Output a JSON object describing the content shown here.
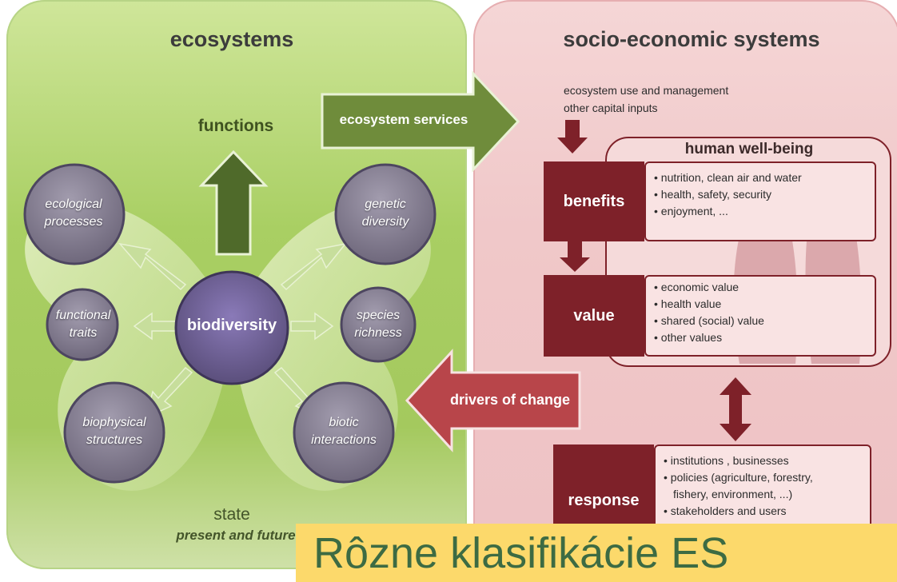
{
  "ecosystems": {
    "title": "ecosystems",
    "functions_label": "functions",
    "center_label": "biodiversity",
    "state_label": "state",
    "state_sub": "present and future",
    "nodes": {
      "ecological_processes": "ecological processes",
      "functional_traits": "functional traits",
      "biophysical_structures": "biophysical structures",
      "genetic_diversity": "genetic diversity",
      "species_richness": "species richness",
      "biotic_interactions": "biotic interactions"
    }
  },
  "arrows": {
    "ecosystem_services": "ecosystem services",
    "drivers_of_change": "drivers of change"
  },
  "socio": {
    "title": "socio-economic systems",
    "inputs_line1": "ecosystem use and management",
    "inputs_line2": "other capital inputs",
    "wellbeing_title": "human well-being",
    "benefits_label": "benefits",
    "benefits_items": [
      "nutrition, clean air and water",
      "health, safety, security",
      "enjoyment, ..."
    ],
    "value_label": "value",
    "value_items": [
      "economic value",
      "health value",
      "shared (social) value",
      "other values"
    ],
    "response_label": "response",
    "response_items": [
      "institutions , businesses",
      "policies (agriculture, forestry,",
      "fishery, environment, ...)",
      "stakeholders and users"
    ],
    "response_item_indent": [
      false,
      false,
      true,
      false
    ]
  },
  "overlay": {
    "caption": "Rôzne klasifikácie ES",
    "bg_color": "#fcd96b"
  },
  "colors": {
    "eco_green": "#a9cf63",
    "dark_green": "#4f6a2a",
    "socio_pink": "#f0c8c9",
    "dark_red": "#7e2129",
    "node_purple": "#5b4f7c"
  }
}
